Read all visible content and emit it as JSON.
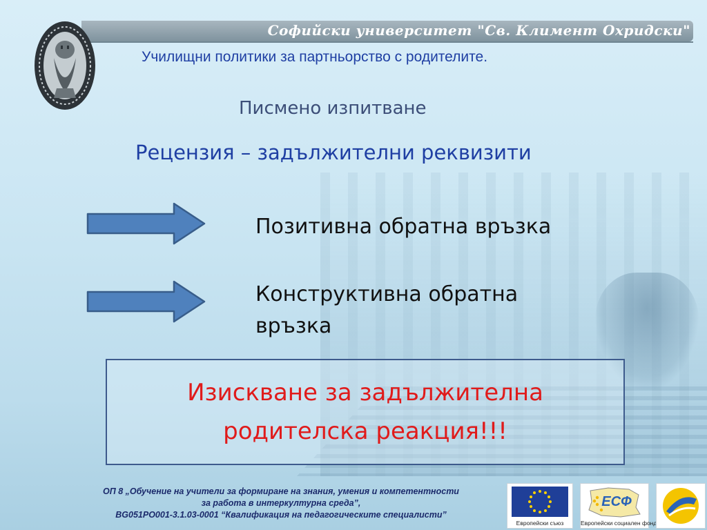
{
  "header": {
    "university": "Софийски университет \"Св. Климент Охридски\"",
    "subtitle": "Училищни политики за партньорство с родителите."
  },
  "slide": {
    "exam_title": "Писмено изпитване",
    "review_title": "Рецензия – задължителни реквизити",
    "items": [
      {
        "label": "Позитивна обратна връзка"
      },
      {
        "label": "Конструктивна обратна връзка"
      }
    ],
    "requirement": "Изискване за задължителна родителска реакция!!!"
  },
  "footer": {
    "line1": "ОП 8 „Обучение на учители за формиране на знания, умения и компетентности",
    "line2": "за работа в интеркултурна среда”,",
    "line3": "BG051PO001-3.1.03-0001 “Квалификация на педагогическите специалисти”",
    "eu_caption": "Европейски съюз",
    "esf_caption": "Европейски социален фонд",
    "esf_mark": "ЕСФ"
  },
  "colors": {
    "accent_blue": "#1f3fa3",
    "arrow_fill": "#4f81bd",
    "arrow_stroke": "#385d8a",
    "requirement_red": "#e01b1b"
  },
  "icons": {
    "logo": "university-seal-icon",
    "arrow": "arrow-right-icon",
    "eu": "eu-flag-icon",
    "esf": "esf-logo-icon",
    "ministry": "ministry-logo-icon"
  }
}
